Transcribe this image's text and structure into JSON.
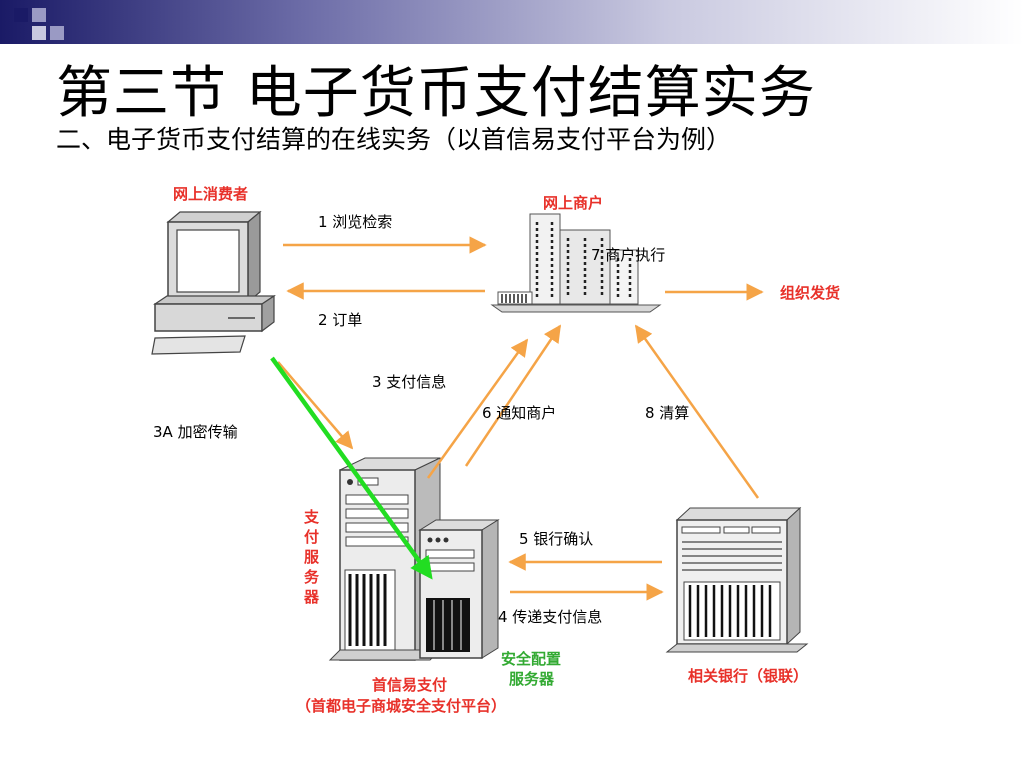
{
  "slide": {
    "title": "第三节 电子货币支付结算实务",
    "subtitle": "二、电子货币支付结算的在线实务（以首信易支付平台为例）"
  },
  "entities": {
    "consumer": "网上消费者",
    "merchant": "网上商户",
    "ship": "组织发货",
    "payment_server": [
      "支",
      "付",
      "服",
      "务",
      "器"
    ],
    "security_server": [
      "安全配置",
      "服务器"
    ],
    "platform": [
      "首信易支付",
      "（首都电子商城安全支付平台）"
    ],
    "bank": "相关银行（银联）"
  },
  "steps": {
    "s1": "1  浏览检索",
    "s2": "2  订单",
    "s3": "3  支付信息",
    "s3a": "3A  加密传输",
    "s4": "4  传递支付信息",
    "s5": "5  银行确认",
    "s6": "6  通知商户",
    "s7": "7    商户执行",
    "s8": "8  清算"
  },
  "colors": {
    "flow_arrow": "#f5a447",
    "encrypted_arrow": "#22dd22",
    "entity_label": "#e8312a",
    "security_label": "#33aa33"
  }
}
